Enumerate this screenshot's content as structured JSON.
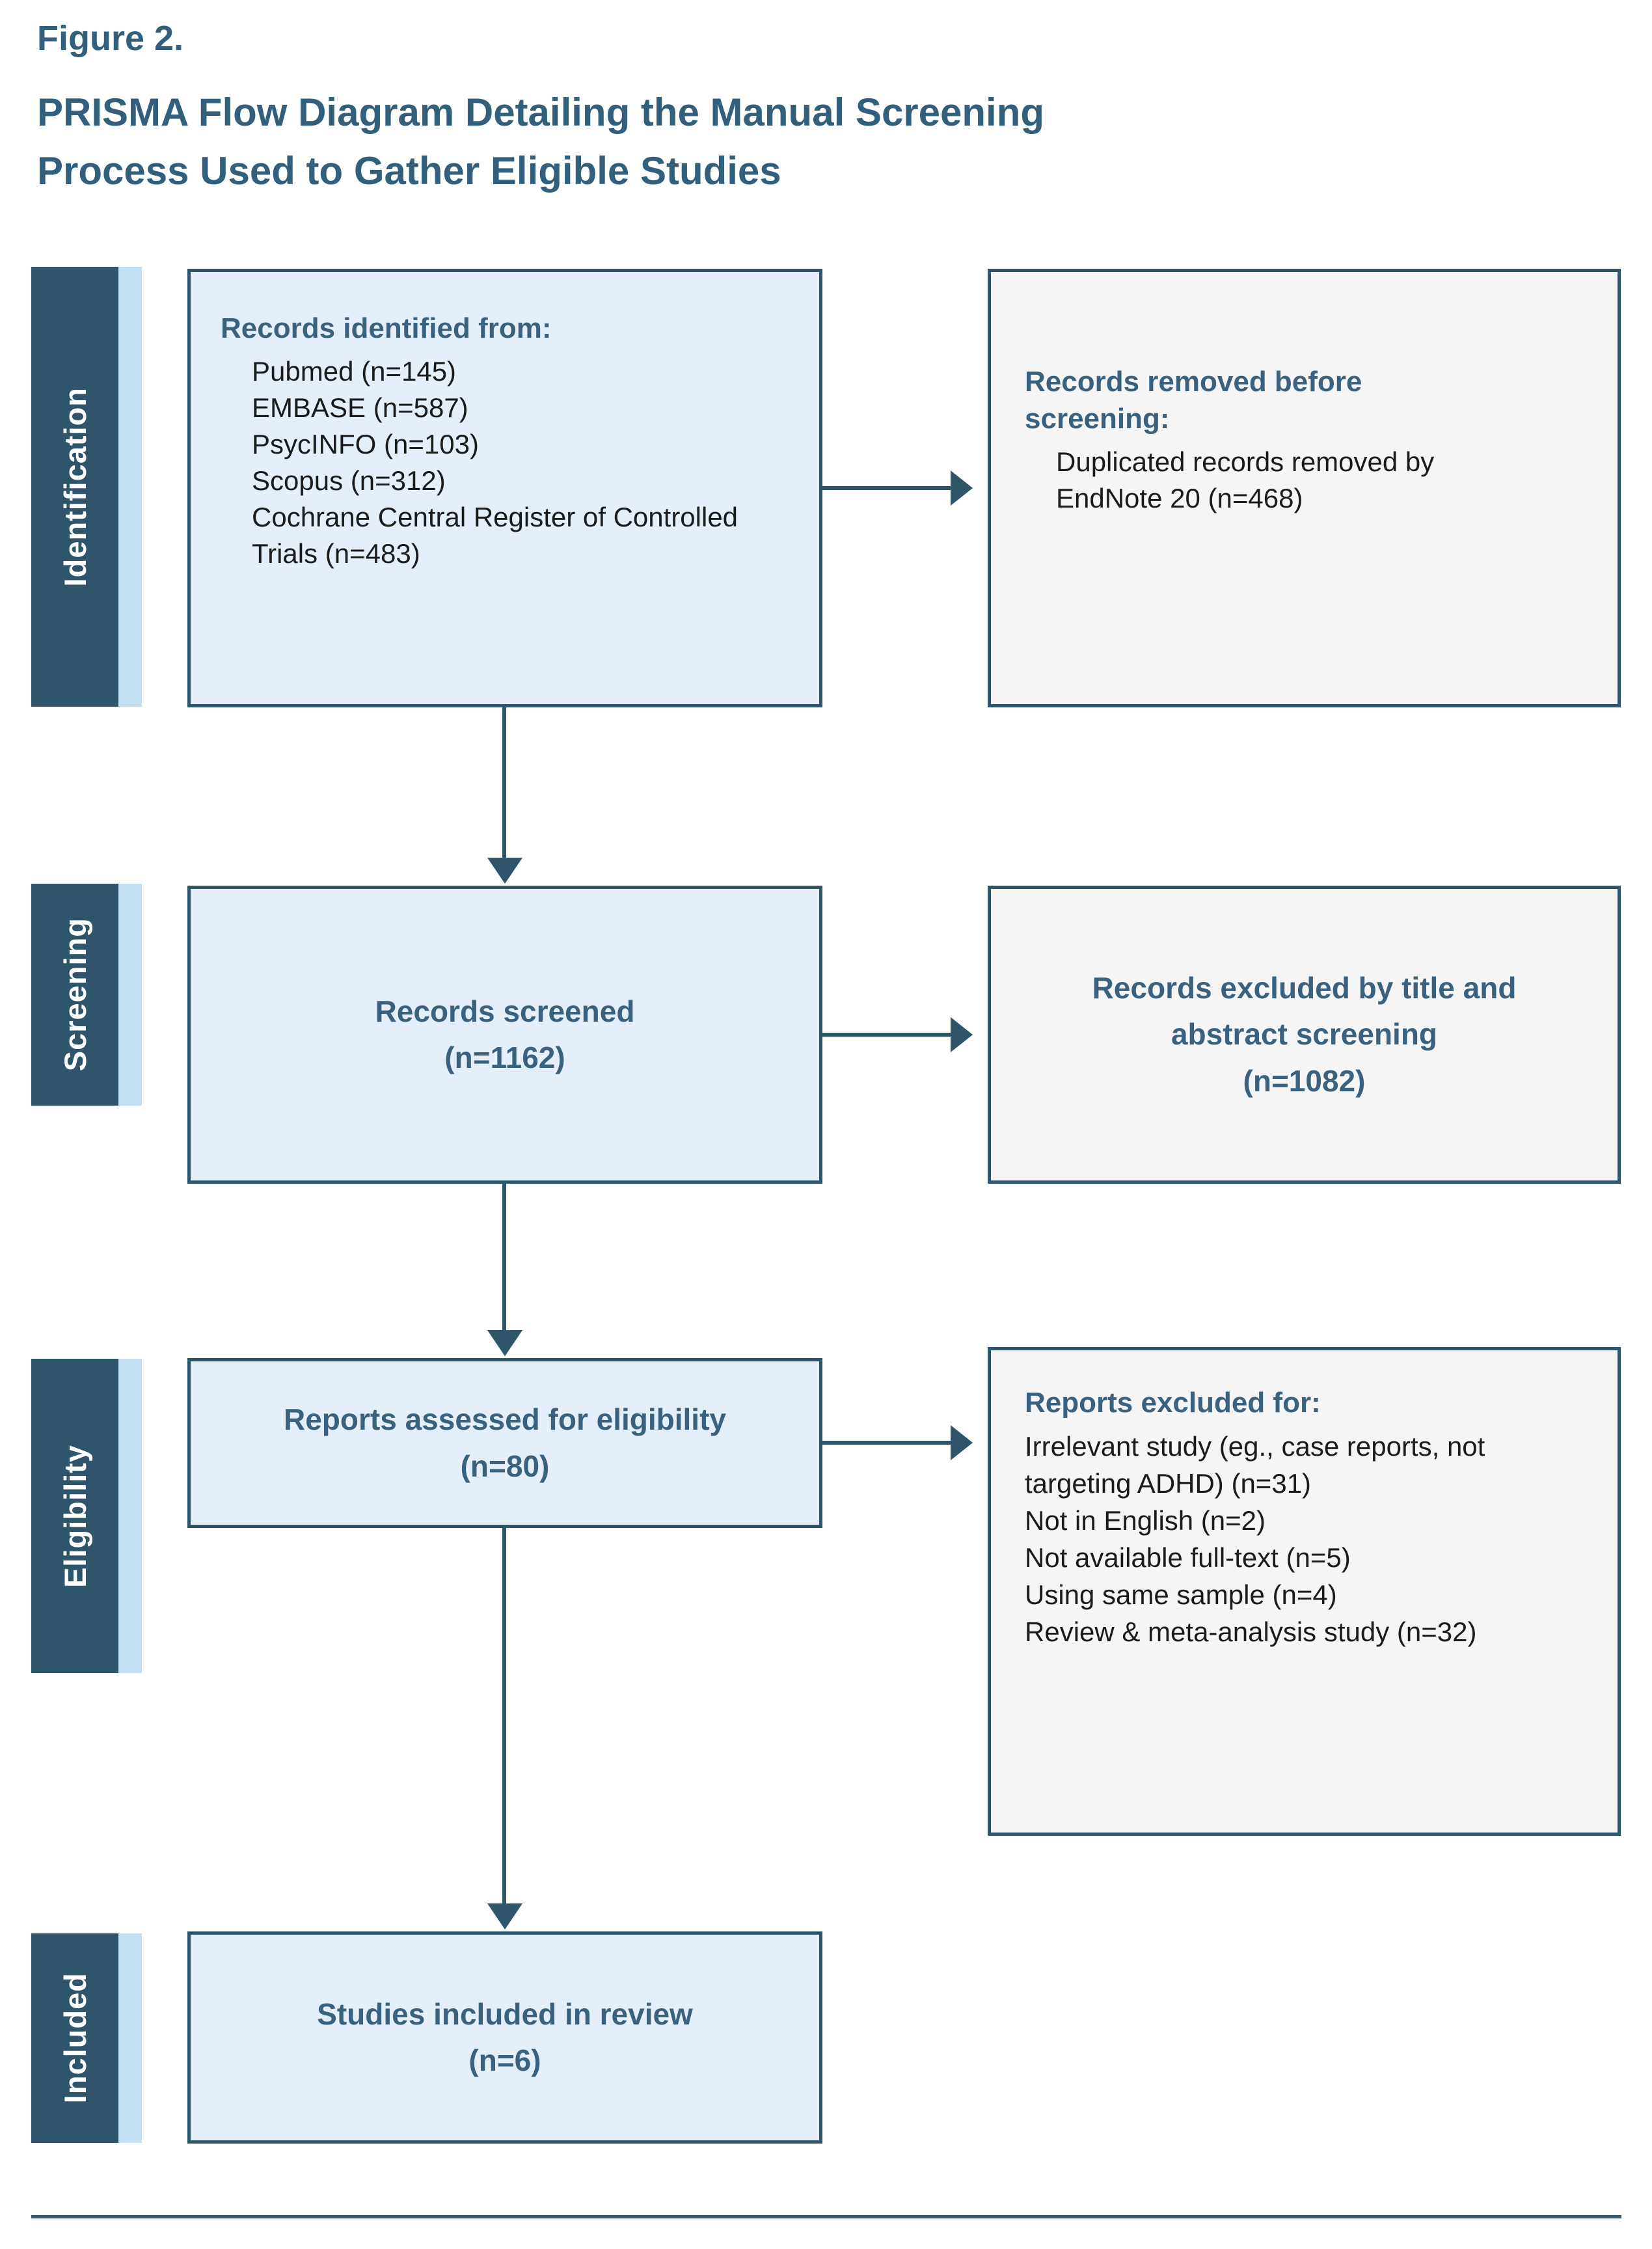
{
  "figure": {
    "label": "Figure 2.",
    "title": "PRISMA Flow Diagram Detailing the Manual Screening Process Used to Gather Eligible Studies"
  },
  "stages": [
    "Identification",
    "Screening",
    "Eligibility",
    "Included"
  ],
  "boxes": {
    "identified": {
      "heading": "Records identified from:",
      "items": [
        "Pubmed (n=145)",
        "EMBASE (n=587)",
        "PsycINFO (n=103)",
        "Scopus (n=312)",
        "Cochrane Central Register of Controlled Trials (n=483)"
      ]
    },
    "removed": {
      "heading": "Records removed before screening:",
      "items": [
        "Duplicated records removed by EndNote 20 (n=468)"
      ]
    },
    "screened": {
      "line1": "Records screened",
      "line2": "(n=1162)"
    },
    "excluded_screening": {
      "line1": "Records excluded by title and abstract screening",
      "line2": "(n=1082)"
    },
    "assessed": {
      "line1": "Reports assessed for eligibility",
      "line2": "(n=80)"
    },
    "excluded_reports": {
      "heading": "Reports excluded for:",
      "items": [
        "Irrelevant study (eg., case reports, not targeting ADHD) (n=31)",
        "Not in English (n=2)",
        "Not available full-text (n=5)",
        "Using same sample (n=4)",
        "Review & meta-analysis study (n=32)"
      ]
    },
    "included": {
      "line1": "Studies included in review",
      "line2": "(n=6)"
    }
  },
  "colors": {
    "dark_teal": "#2E5569",
    "title_teal": "#315F7C",
    "heading_teal": "#3A617E",
    "light_blue_fill": "#E4EFF9",
    "gray_fill": "#F5F5F6",
    "light_strip": "#C4DEF2",
    "body_text": "#1B1B1B",
    "stage_label_text": "#FFFFFF",
    "rule": "#3C5B6E"
  }
}
